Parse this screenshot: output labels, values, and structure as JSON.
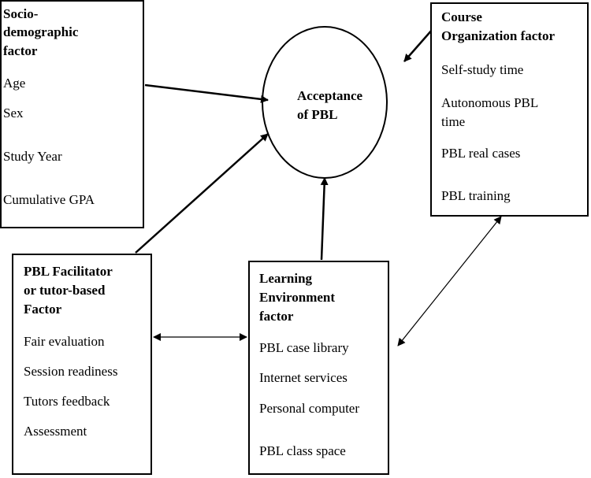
{
  "center": {
    "title_line1": "Acceptance",
    "title_line2": "of PBL"
  },
  "socio": {
    "heading": [
      "Socio-",
      "demographic",
      "factor"
    ],
    "items": [
      "Age",
      "Sex",
      "Study Year",
      "Cumulative GPA"
    ]
  },
  "course": {
    "heading": [
      "Course",
      "Organization factor"
    ],
    "items": [
      "Self-study time",
      "Autonomous PBL",
      "time",
      "PBL real cases",
      "PBL training"
    ]
  },
  "tutor": {
    "heading": [
      "PBL Facilitator",
      "or tutor-based",
      "Factor"
    ],
    "items": [
      "Fair evaluation",
      "Session readiness",
      "Tutors feedback",
      "Assessment"
    ]
  },
  "environment": {
    "heading": [
      "Learning",
      "Environment",
      "factor"
    ],
    "items": [
      "PBL case library",
      "Internet services",
      "Personal computer",
      "PBL class space"
    ]
  },
  "colors": {
    "stroke": "#000000",
    "background": "#ffffff"
  }
}
